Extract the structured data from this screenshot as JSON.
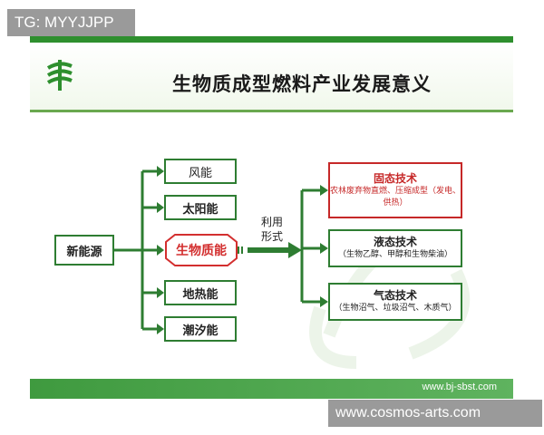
{
  "watermarks": {
    "top": "TG: MYYJJPP",
    "bottom": "www.cosmos-arts.com"
  },
  "slide": {
    "title": "生物质成型燃料产业发展意义",
    "footer_url": "www.bj-sbst.com",
    "logo": "sinopec-style-logo"
  },
  "diagram": {
    "source": "新能源",
    "energy_types": [
      "风能",
      "太阳能",
      "生物质能",
      "地热能",
      "潮汐能"
    ],
    "highlight_energy": "生物质能",
    "use_label": "利用形式",
    "technologies": [
      {
        "title": "固态技术",
        "detail": "农林废弃物直燃、压缩成型（发电、供热）"
      },
      {
        "title": "液态技术",
        "detail": "（生物乙醇、甲醇和生物柴油）"
      },
      {
        "title": "气态技术",
        "detail": "（生物沼气、垃圾沼气、木质气）"
      }
    ]
  },
  "colors": {
    "line": "#2e7d32",
    "highlight": "#d32f2f",
    "header_bar": "#2e8f2e"
  }
}
